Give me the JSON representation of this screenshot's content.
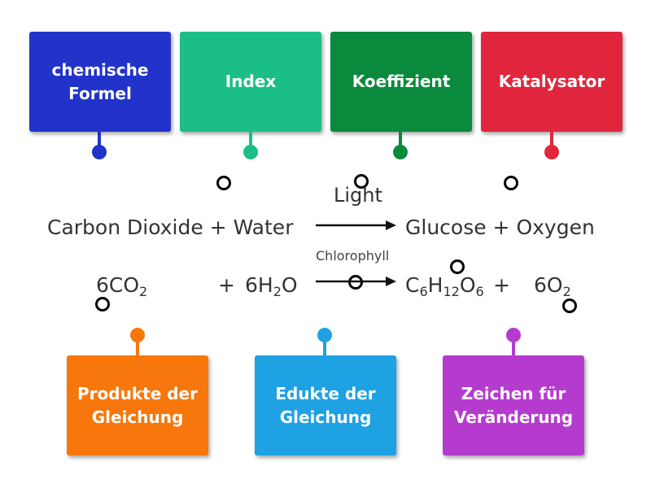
{
  "top_labels": [
    {
      "text": "chemische Formel",
      "color": "#2133c9"
    },
    {
      "text": "Index",
      "color": "#1bbf86"
    },
    {
      "text": "Koeffizient",
      "color": "#0a8a3c"
    },
    {
      "text": "Katalysator",
      "color": "#e0253c"
    }
  ],
  "bottom_labels": [
    {
      "text": "Produkte der Gleichung",
      "color": "#f7770c"
    },
    {
      "text": "Edukte der Gleichung",
      "color": "#1ea2e3"
    },
    {
      "text": "Zeichen für Veränderung",
      "color": "#b53bcf"
    }
  ],
  "word_equation": {
    "condition_above": "Light",
    "condition_below": "Chlorophyll",
    "left": "Carbon Dioxide + Water",
    "right": "Glucose + Oxygen"
  },
  "formula_equation": {
    "co2_coef": "6",
    "co2_c": "CO",
    "co2_sub": "2",
    "plus1": "+",
    "h2o_coef": "6",
    "h2o_h": "H",
    "h2o_sub": "2",
    "h2o_o": "O",
    "gluc_c": "C",
    "gluc_c_sub": "6",
    "gluc_h": "H",
    "gluc_h_sub": "12",
    "gluc_o": "O",
    "gluc_o_sub": "6",
    "plus2": "+",
    "o2_coef": "6",
    "o2_o": "O",
    "o2_sub": "2"
  },
  "colors": {
    "text": "#333333",
    "hole_border": "#000000"
  }
}
